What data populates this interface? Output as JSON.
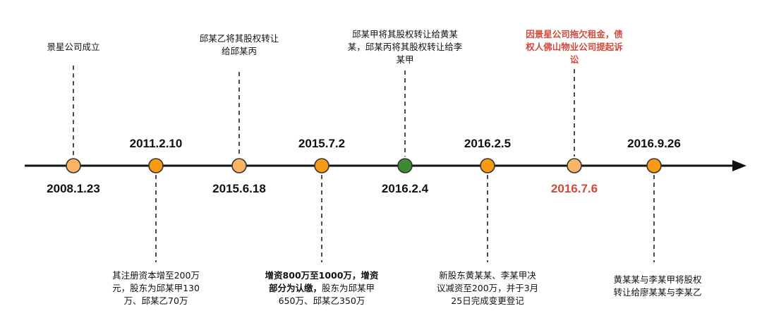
{
  "colors": {
    "axis": "#111111",
    "node_light": "#f9b565",
    "node_dark": "#f59a12",
    "node_green": "#3e8a34",
    "highlight_text": "#d04a3c"
  },
  "events": [
    {
      "date": "2008.1.23",
      "node": "light",
      "highlight": false,
      "note": [
        "景星公司成立"
      ]
    },
    {
      "date": "2011.2.10",
      "node": "dark",
      "highlight": false,
      "note": [
        "其注册资本增至200万",
        "元，股东为邱某甲130",
        "万、邱某乙70万"
      ]
    },
    {
      "date": "2015.6.18",
      "node": "light",
      "highlight": false,
      "note": [
        "邱某乙将其股权转让",
        "给邱某丙"
      ]
    },
    {
      "date": "2015.7.2",
      "node": "dark",
      "highlight": false,
      "note_bold_1": "增资800万至1000万，增资",
      "note_bold_2": "部分为认缴，",
      "note_rest_2": "股东为邱某甲",
      "note_3": "650万、邱某乙350万"
    },
    {
      "date": "2016.2.4",
      "node": "green",
      "highlight": false,
      "note": [
        "邱某甲将其股权转让给黄某",
        "某，邱某丙将其股权转让给李",
        "某甲"
      ]
    },
    {
      "date": "2016.2.5",
      "node": "dark",
      "highlight": false,
      "note": [
        "新股东黄某某、李某甲决",
        "议减资至200万，并于3月",
        "25日完成变更登记"
      ]
    },
    {
      "date": "2016.7.6",
      "node": "light",
      "highlight": true,
      "note": [
        "因景星公司拖欠租金，债",
        "权人佛山物业公司提起诉",
        "讼"
      ]
    },
    {
      "date": "2016.9.26",
      "node": "dark",
      "highlight": false,
      "note": [
        "黄某某与李某甲将股权",
        "转让给廖某某与李某乙"
      ]
    }
  ]
}
